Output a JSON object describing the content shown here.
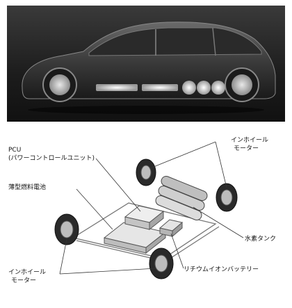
{
  "labels": {
    "pcu_title": "PCU",
    "pcu_sub": "(パワーコントロールユニット)",
    "fuel_cell": "薄型燃料電池",
    "wheel_motor": "インホイール",
    "motor": "モーター",
    "hydrogen_tank": "水素タンク",
    "battery": "リチウムイオンバッテリー"
  }
}
